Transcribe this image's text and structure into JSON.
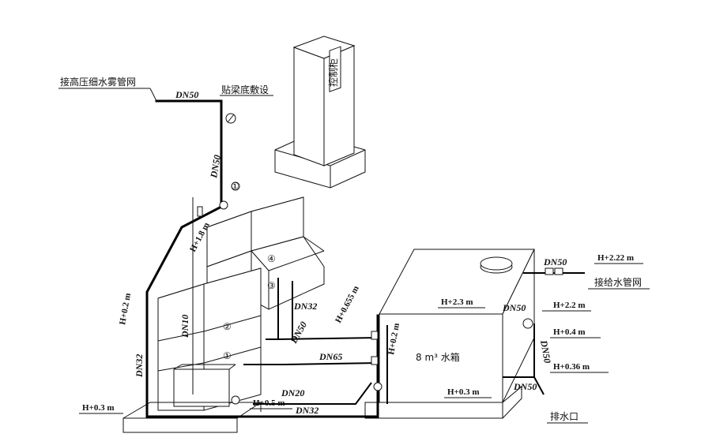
{
  "labels": {
    "connect_high_pressure_mist_network": "接高压细水雾管网",
    "under_beam_laying": "贴梁底敷设",
    "connect_water_supply_network": "接给水管网",
    "drain_outlet": "排水口",
    "water_tank": "8 m³ 水箱",
    "panel_text": "控制柜"
  },
  "pipe_sizes": {
    "dn50_top": "DN50",
    "dn50_vertical": "DN50",
    "dn10": "DN10",
    "dn32_left": "DN32",
    "dn32_mid": "DN32",
    "dn32_bottom": "DN32",
    "dn50_diag": "DN50",
    "dn65": "DN65",
    "dn20": "DN20",
    "dn50_supply": "DN50",
    "dn50_tank_right": "DN50",
    "dn50_drain": "DN50",
    "dn50_overflow": "DN50"
  },
  "elevations": {
    "h_1_8": "H+1.8 m",
    "h_0_2_left": "H+0.2 m",
    "h_0_3_left": "H+0.3 m",
    "h_0_5": "H+0.5 m",
    "h_0_655": "H+0.655 m",
    "h_0_2_tank": "H+0.2 m",
    "h_2_3": "H+2.3 m",
    "h_2_22": "H+2.22 m",
    "h_2_2": "H+2.2 m",
    "h_0_4": "H+0.4 m",
    "h_0_36": "H+0.36 m",
    "h_0_3_tank": "H+0.3 m"
  },
  "markers": {
    "m1": "①",
    "m2": "②",
    "m3": "③",
    "m4": "④",
    "m1_valve": "①"
  }
}
